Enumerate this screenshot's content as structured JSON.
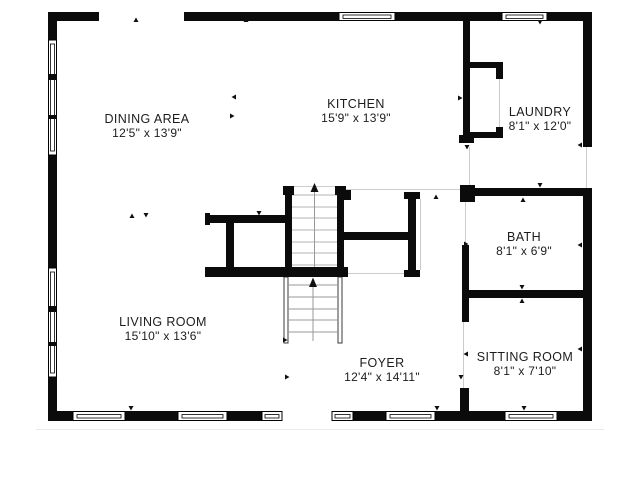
{
  "plan": {
    "type": "floor-plan",
    "colors": {
      "wall": "#0b0b0b",
      "background": "#ffffff",
      "stair_tread": "#9a9a9a",
      "guide_line": "#cccccc",
      "text": "#1c1c1c"
    }
  },
  "rooms": [
    {
      "id": "dining-area",
      "name": "DINING AREA",
      "dims": "12'5\" x 13'9\""
    },
    {
      "id": "kitchen",
      "name": "KITCHEN",
      "dims": "15'9\" x 13'9\""
    },
    {
      "id": "laundry",
      "name": "LAUNDRY",
      "dims": "8'1\" x 12'0\""
    },
    {
      "id": "bath",
      "name": "BATH",
      "dims": "8'1\" x 6'9\""
    },
    {
      "id": "living-room",
      "name": "LIVING ROOM",
      "dims": "15'10\" x 13'6\""
    },
    {
      "id": "foyer",
      "name": "FOYER",
      "dims": "12'4\" x 14'11\""
    },
    {
      "id": "sitting-room",
      "name": "SITTING ROOM",
      "dims": "8'1\" x 7'10\""
    }
  ]
}
